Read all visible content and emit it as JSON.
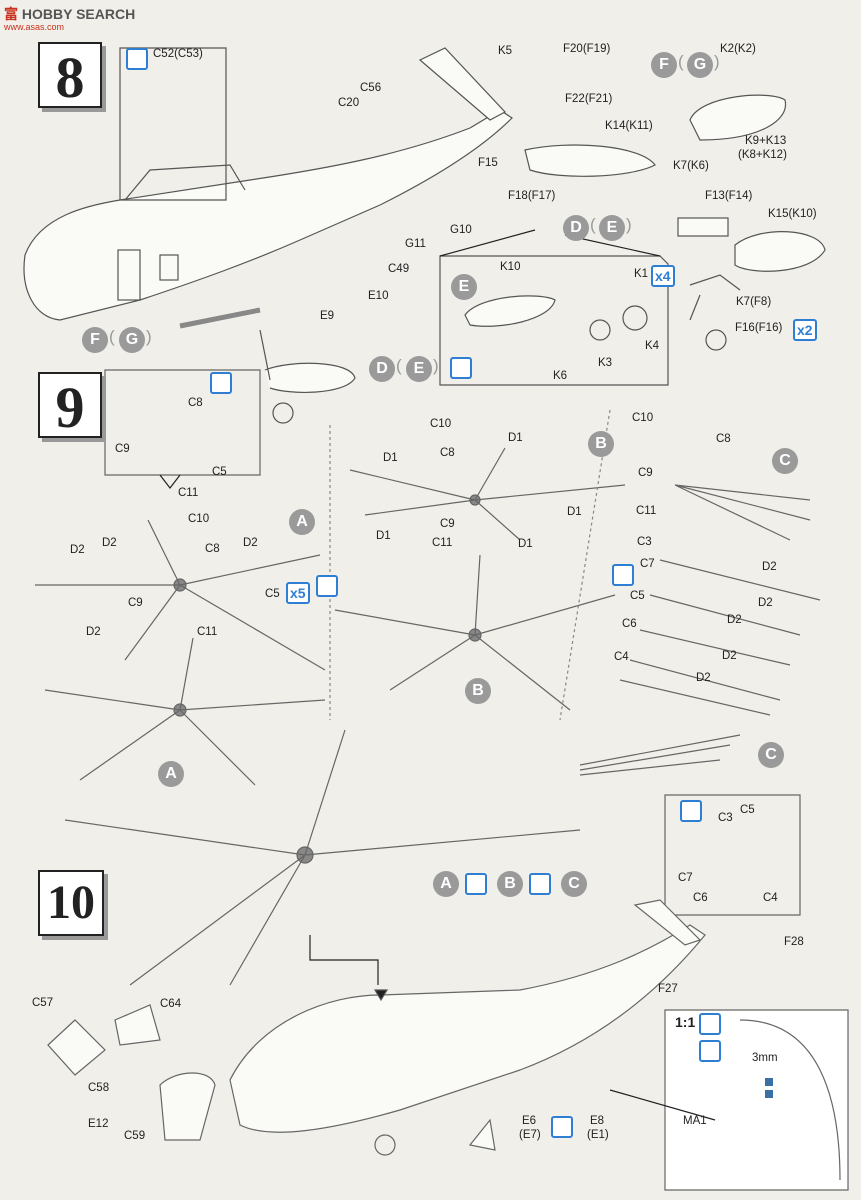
{
  "watermark": {
    "brand": "HOBBY SEARCH",
    "logo_text": "富",
    "url": "www.asas.com"
  },
  "steps": [
    "8",
    "9",
    "10"
  ],
  "step8": {
    "labels": [
      "C52(C53)",
      "K5",
      "C56",
      "C20",
      "F20(F19)",
      "F22(F21)",
      "K2(K2)",
      "K14(K11)",
      "K9+K13",
      "(K8+K12)",
      "F15",
      "K7(K6)",
      "F18(F17)",
      "F13(F14)",
      "K15(K10)",
      "G10",
      "G11",
      "C49",
      "E10",
      "E9",
      "K1",
      "K7(F8)",
      "F16(F16)",
      "K10",
      "K6",
      "K3",
      "K4"
    ],
    "circles": [
      "F",
      "G",
      "D",
      "E",
      "E",
      "F",
      "G",
      "D",
      "E"
    ],
    "multipliers": [
      "x4",
      "x2"
    ]
  },
  "step9": {
    "labels": [
      "C8",
      "C9",
      "C5",
      "C11",
      "C10",
      "D1",
      "D1",
      "C8",
      "D1",
      "D1",
      "C9",
      "C11",
      "D1",
      "C10",
      "C8",
      "C9",
      "C11",
      "C10",
      "C8",
      "D2",
      "D2",
      "C9",
      "C5",
      "C11",
      "D2",
      "D2",
      "C3",
      "C7",
      "C5",
      "C6",
      "C4",
      "D2",
      "D2",
      "D2",
      "D2",
      "D2",
      "C3",
      "C5",
      "C7",
      "C6",
      "C4"
    ],
    "circles": [
      "A",
      "B",
      "C",
      "A",
      "B",
      "C"
    ],
    "multipliers": [
      "x5"
    ]
  },
  "step10": {
    "labels": [
      "C57",
      "C64",
      "C58",
      "E12",
      "C59",
      "F28",
      "F27",
      "E6",
      "(E7)",
      "E8",
      "(E1)",
      "1:1",
      "3mm",
      "MA1"
    ],
    "circles": [
      "A",
      "B",
      "C"
    ]
  }
}
